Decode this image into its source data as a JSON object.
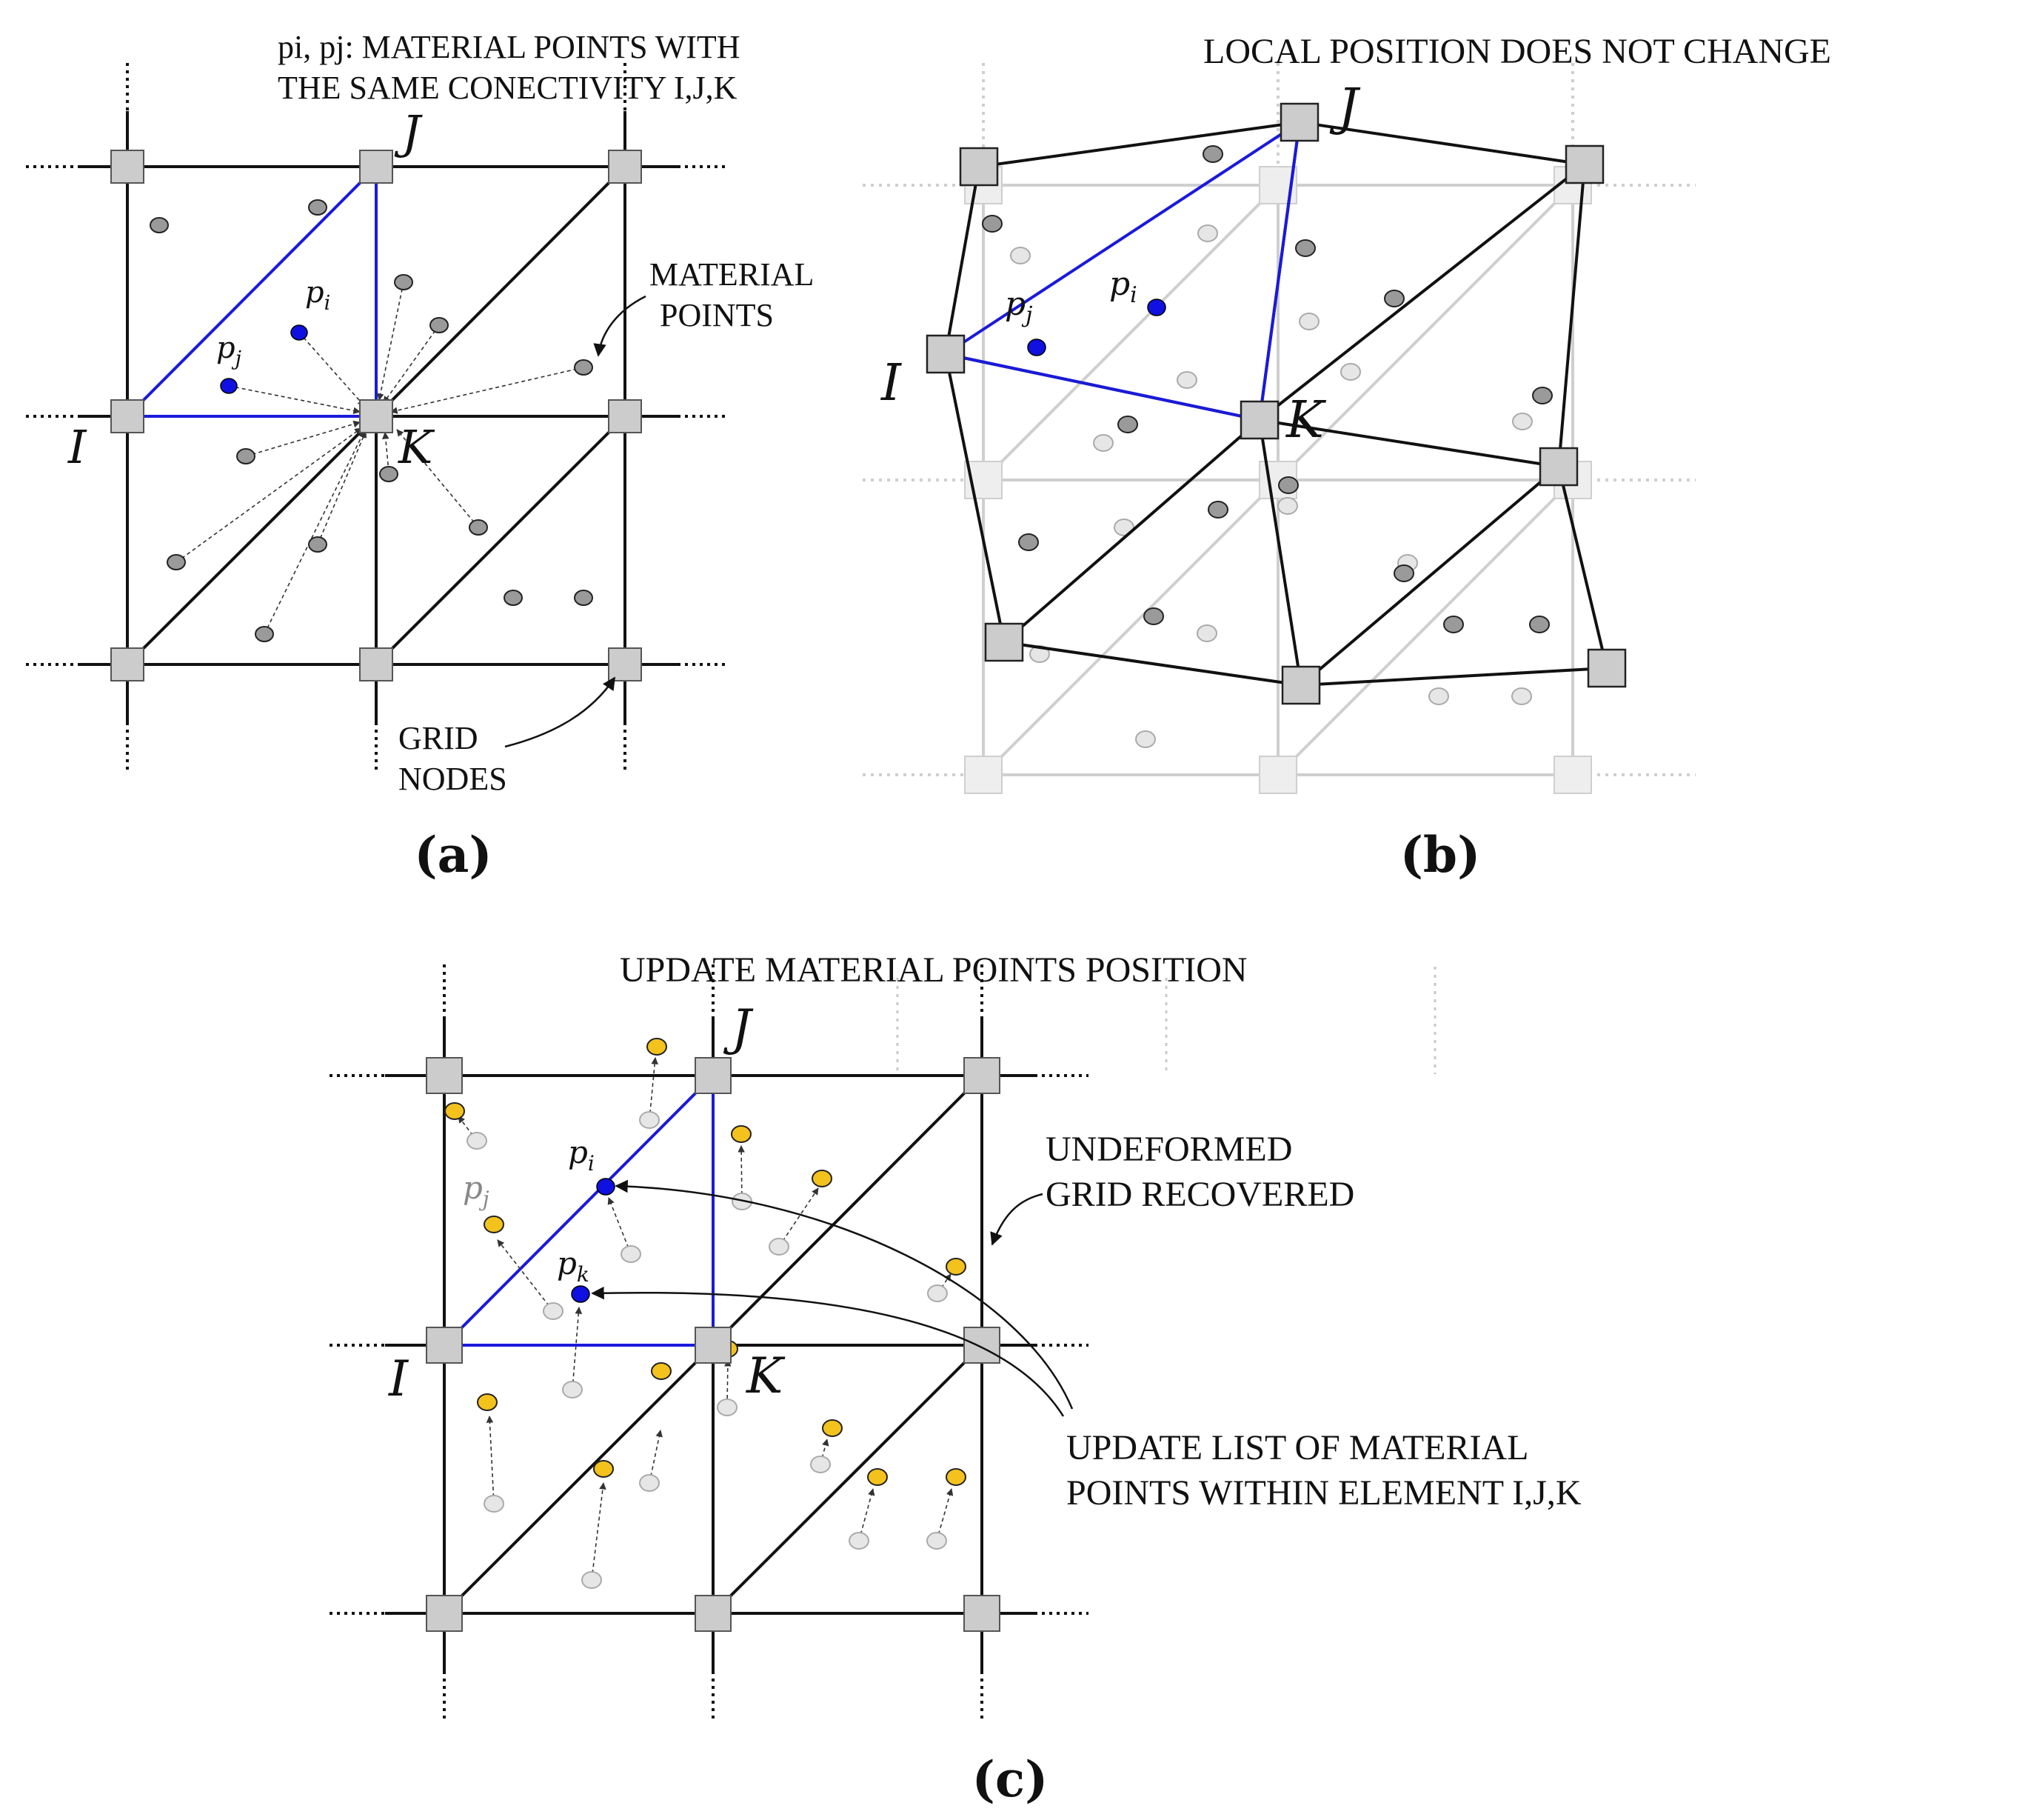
{
  "panels": {
    "a": {
      "caption": "(a)",
      "note_line1": "pi, pj: MATERIAL POINTS WITH",
      "note_line2": "THE SAME CONECTIVITY I,J,K",
      "material_label_line1": "MATERIAL",
      "material_label_line2": "POINTS",
      "grid_label_line1": "GRID",
      "grid_label_line2": "NODES",
      "node_I": "I",
      "node_J": "J",
      "node_K": "K",
      "pi_base": "p",
      "pi_sub": "i",
      "pj_base": "p",
      "pj_sub": "j"
    },
    "b": {
      "caption": "(b)",
      "title": "LOCAL POSITION DOES NOT CHANGE",
      "node_I": "I",
      "node_J": "J",
      "node_K": "K",
      "pi_base": "p",
      "pi_sub": "i",
      "pj_base": "p",
      "pj_sub": "j"
    },
    "c": {
      "caption": "(c)",
      "title": "UPDATE MATERIAL POINTS POSITION",
      "undeformed_line1": "UNDEFORMED",
      "undeformed_line2": "GRID RECOVERED",
      "update_line1": "UPDATE LIST OF MATERIAL",
      "update_line2": "POINTS WITHIN ELEMENT I,J,K",
      "node_I": "I",
      "node_J": "J",
      "node_K": "K",
      "pi_base": "p",
      "pi_sub": "i",
      "pj_base": "p",
      "pj_sub": "j",
      "pk_base": "p",
      "pk_sub": "k"
    }
  },
  "colors": {
    "highlight_edge": "#1a1adb",
    "tracked_point": "#1010e0",
    "material_point": "#9a9a9a",
    "updated_point": "#f4c21c",
    "grid_node": "#cccccc",
    "mesh_line": "#111111",
    "ghost_line": "#cfcfcf"
  }
}
